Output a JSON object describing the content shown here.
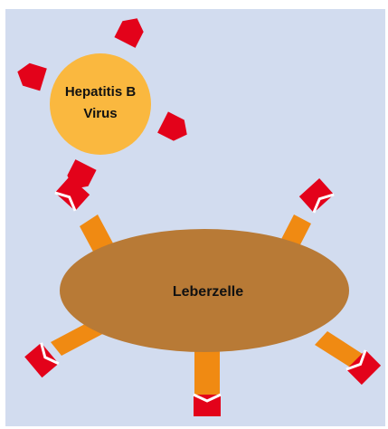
{
  "diagram": {
    "virus_label_line1": "Hepatitis B",
    "virus_label_line2": "Virus",
    "cell_label": "Leberzelle"
  },
  "colors": {
    "background": "#d2dcef",
    "virus_body": "#fab83f",
    "cell_body": "#b87a36",
    "receptor_stalk": "#f08a12",
    "receptor_head": "#e3021a"
  }
}
